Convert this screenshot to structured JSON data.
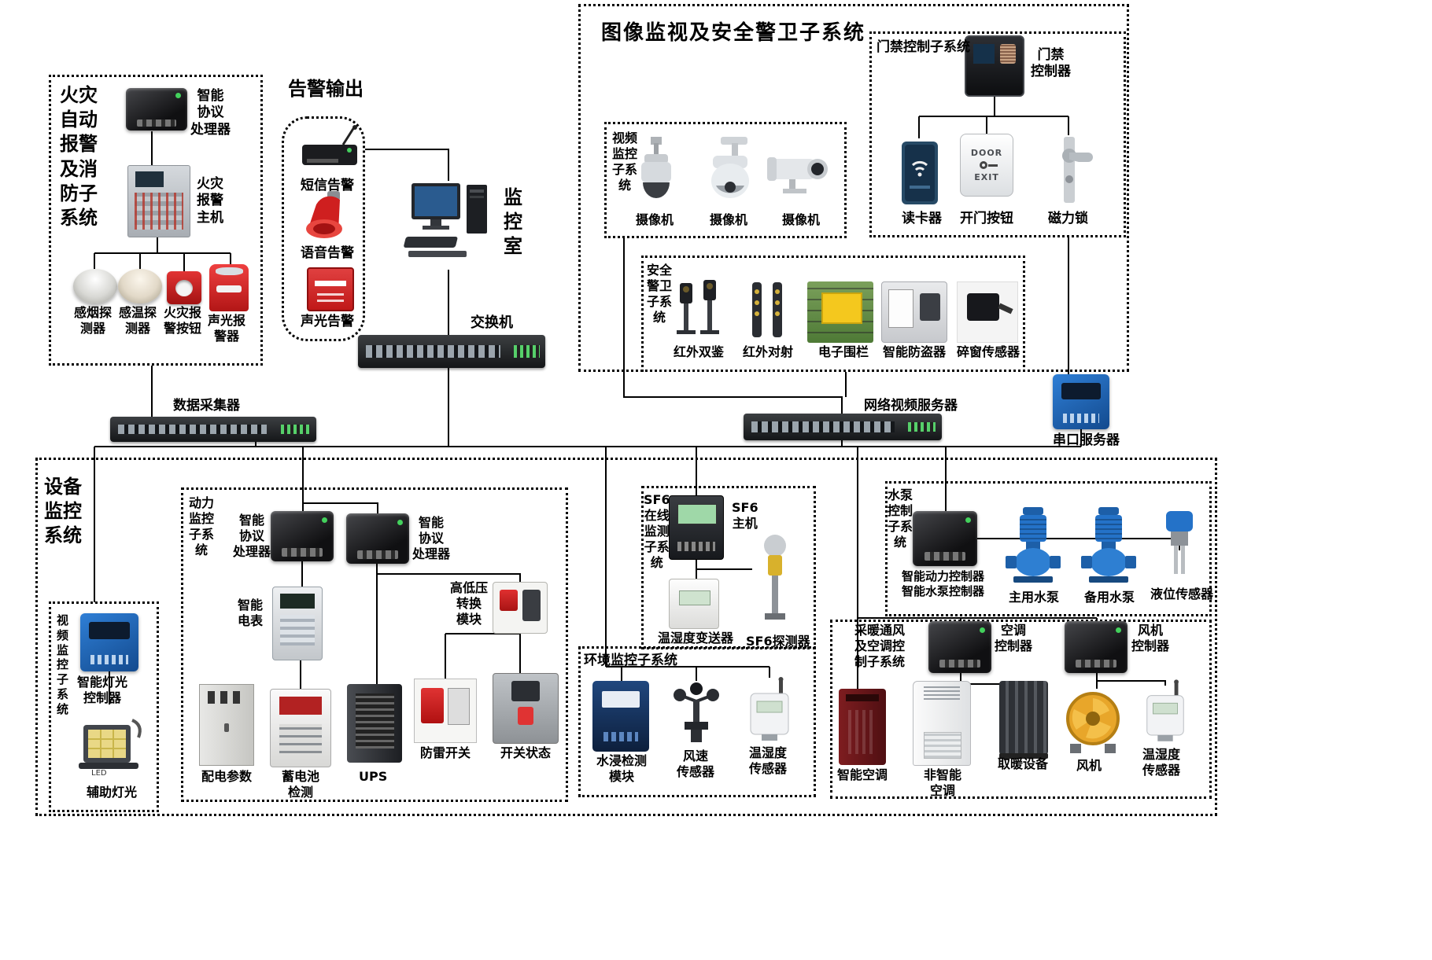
{
  "titles": {
    "fire": "火灾\n自动\n报警\n及消\n防子\n系统",
    "alarm_output": "告警输出",
    "monitor_room": "监\n控\n室",
    "image_security": "图像监视及安全警卫子系统",
    "access": "门禁控制子系统",
    "video_surveillance": "视频\n监控\n子系\n统",
    "security_guard": "安全\n警卫\n子系\n统",
    "equipment": "设备\n监控\n系统",
    "video_surveillance_2": "视\n频\n监\n控\n子\n系\n统",
    "power": "动力\n监控\n子系\n统",
    "sf6": "SF6\n在线\n监测\n子系\n统",
    "environment": "环境监控子系统",
    "pump": "水泵\n控制\n子系\n统",
    "hvac": "采暖通风\n及空调控\n制子系统"
  },
  "labels": {
    "protocol_processor_fire": "智能\n协议\n处理器",
    "fire_alarm_host": "火灾\n报警\n主机",
    "smoke_detector": "感烟探\n测器",
    "heat_detector": "感温探\n测器",
    "fire_alarm_button": "火灾报\n警按钮",
    "sound_light_alarm_device": "声光报\n警器",
    "sms_alert": "短信告警",
    "voice_alert": "语音告警",
    "sound_light_alert": "声光告警",
    "switch": "交换机",
    "access_controller": "门禁\n控制器",
    "card_reader": "读卡器",
    "door_button": "开门按钮",
    "magnetic_lock": "磁力锁",
    "camera_1": "摄像机",
    "camera_2": "摄像机",
    "camera_3": "摄像机",
    "ir_dual": "红外双鉴",
    "ir_beam": "红外对射",
    "electric_fence": "电子围栏",
    "anti_theft": "智能防盗器",
    "window_break_sensor": "碎窗传感器",
    "data_collector": "数据采集器",
    "network_video_server": "网络视频服务器",
    "serial_server": "串口服务器",
    "light_controller": "智能灯光\n控制器",
    "aux_light": "辅助灯光",
    "protocol_processor_a": "智能\n协议\n处理器",
    "protocol_processor_b": "智能\n协议\n处理器",
    "smart_meter": "智能\n电表",
    "hv_lv_module": "高低压\n转换\n模块",
    "power_params": "配电参数",
    "battery_check": "蓄电池\n检测",
    "ups": "UPS",
    "lightning_switch": "防雷开关",
    "breaker_status": "开关状态",
    "sf6_host": "SF6\n主机",
    "temp_hum_transmitter": "温湿度变送器",
    "sf6_detector": "SF6探测器",
    "water_leak_module": "水浸检测\n模块",
    "wind_sensor": "风速\n传感器",
    "temp_hum_sensor_1": "温湿度\n传感器",
    "pump_controller": "智能动力控制器\n智能水泵控制器",
    "main_pump": "主用水泵",
    "backup_pump": "备用水泵",
    "level_sensor": "液位传感器",
    "ac_controller": "空调\n控制器",
    "fan_controller": "风机\n控制器",
    "smart_ac": "智能空调",
    "non_smart_ac": "非智能\n空调",
    "heater": "取暖设备",
    "fan": "风机",
    "temp_hum_sensor_2": "温湿度\n传感器",
    "door_text_top": "DOOR",
    "door_text_bottom": "EXIT",
    "led": "LED"
  },
  "colors": {
    "line": "#000000",
    "box_border": "#000000",
    "alarm_red": "#c42222",
    "device_black": "#1b1c1f",
    "blue_device": "#2472c8",
    "pump_blue": "#2e7fd2",
    "fan_orange": "#e8a62a",
    "fence_yellow": "#f4c81e"
  }
}
